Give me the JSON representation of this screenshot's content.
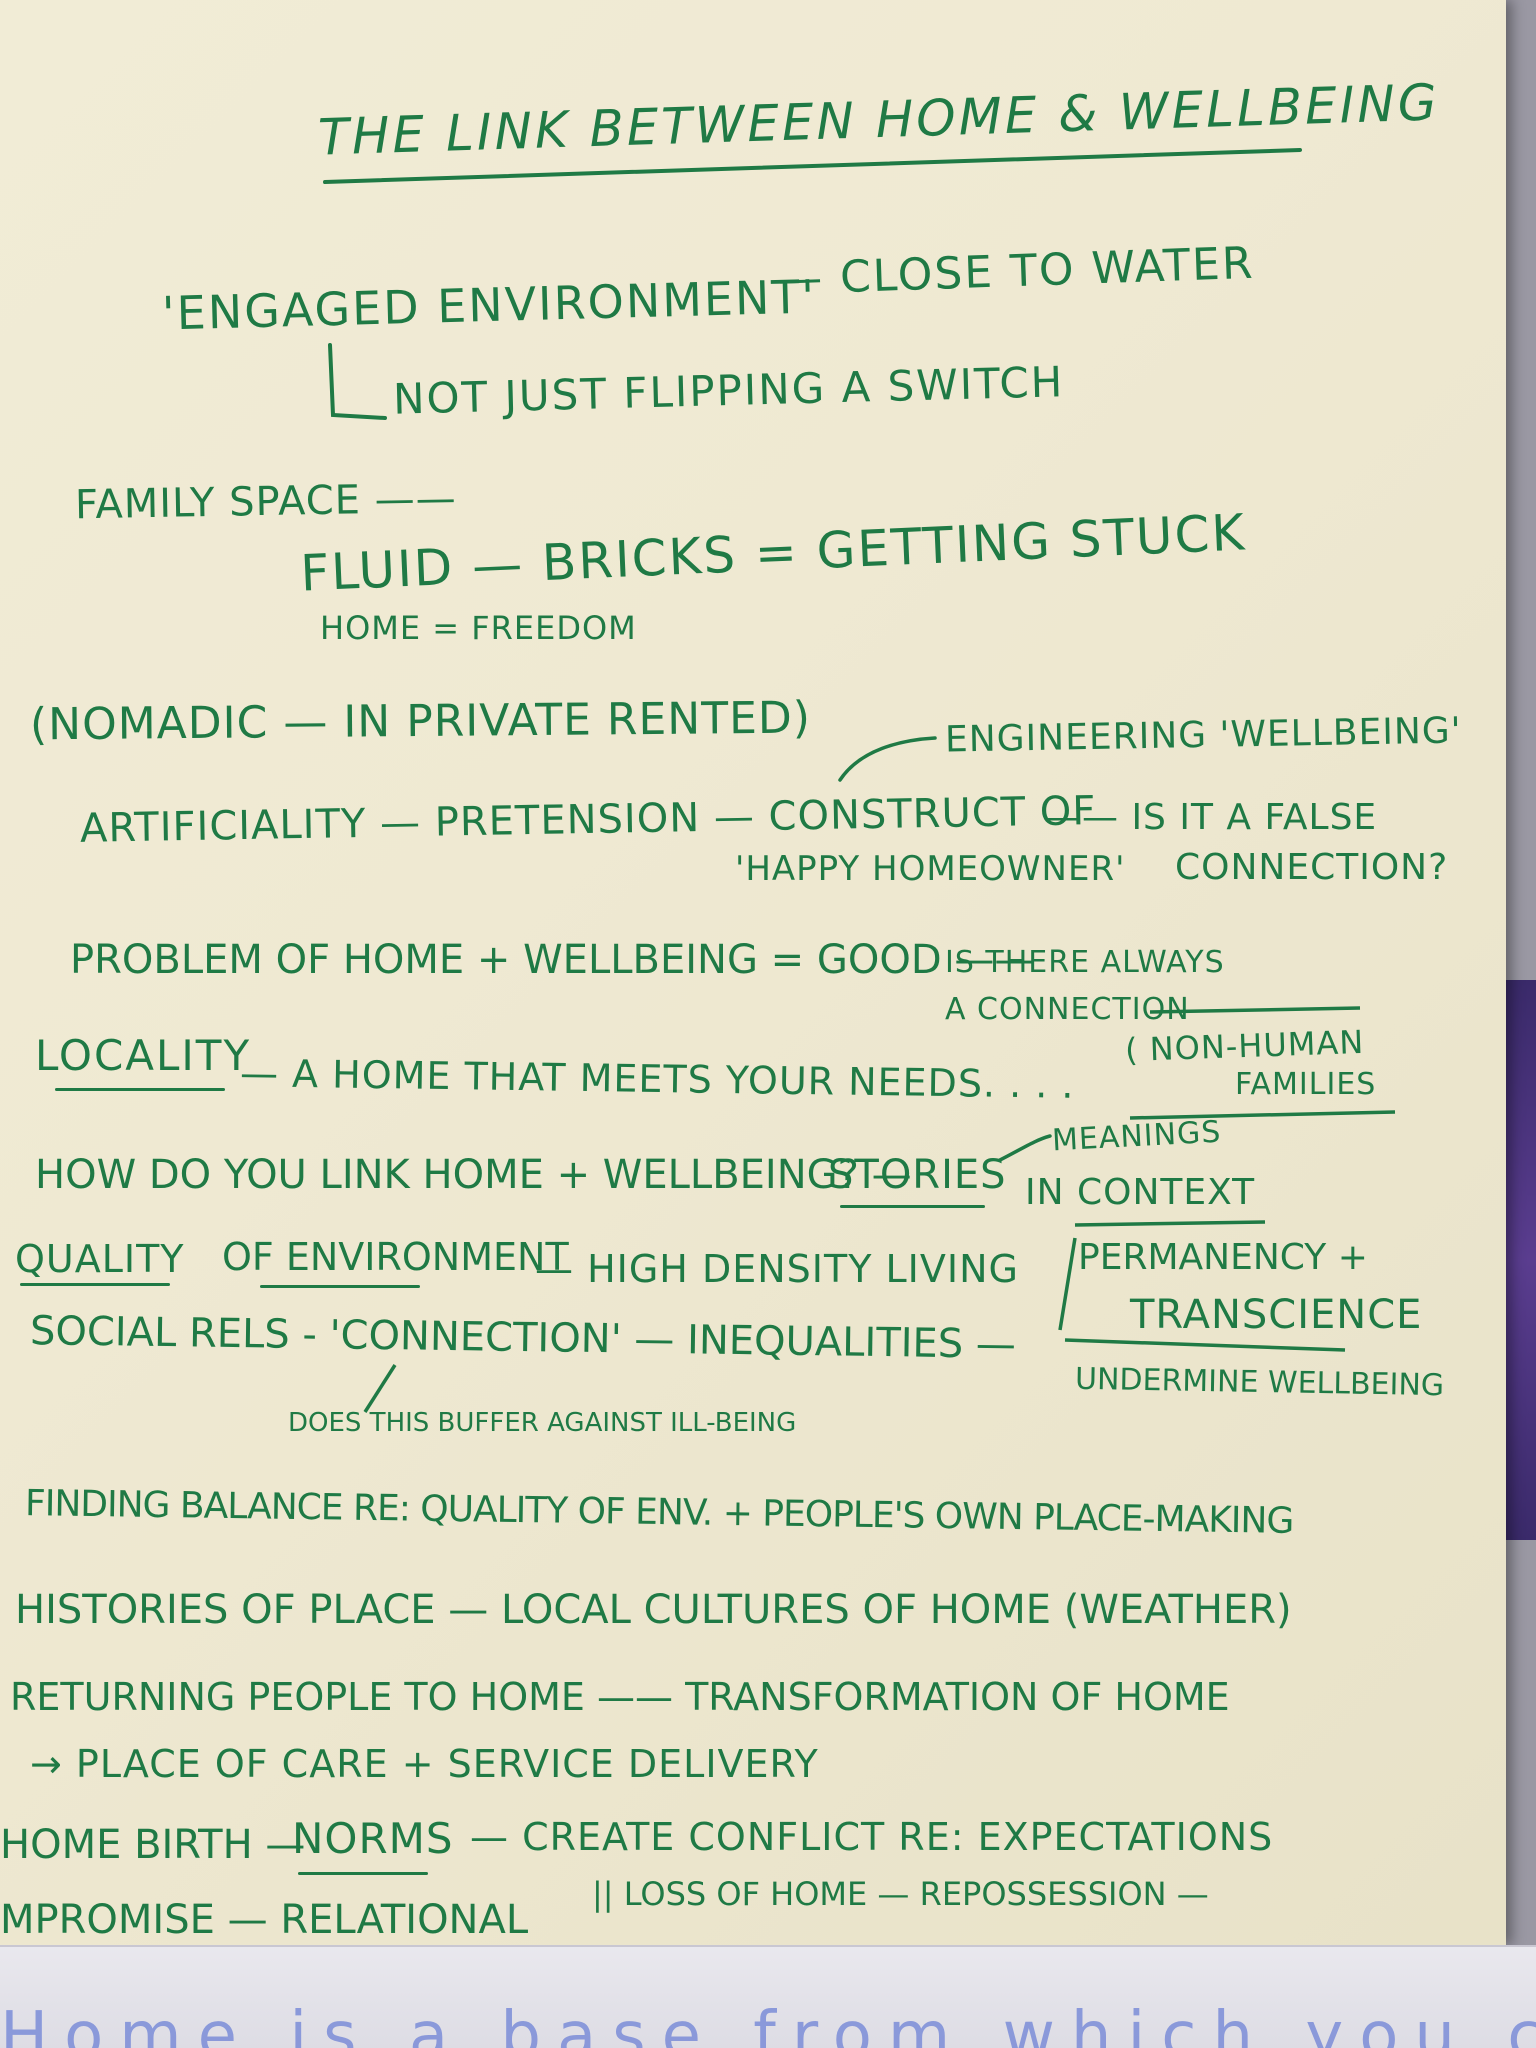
{
  "title": "The link between home & wellbeing",
  "lines": {
    "engaged_environment": "'Engaged environment'",
    "close_to_water": "— Close to water",
    "not_just_flipping": "Not just flipping a switch",
    "family_space": "Family space ——",
    "fluid_bricks": "Fluid — Bricks = Getting stuck",
    "home_freedom": "Home = Freedom",
    "nomadic": "(Nomadic — in private rented)",
    "engineering_wellbeing": "Engineering 'wellbeing'",
    "artificiality": "Artificiality — Pretension — Construct of",
    "happy_homeowner": "'Happy homeowner'",
    "false_connection_1": "—— Is it a false",
    "false_connection_2": "connection?",
    "problem_of": "Problem of  Home + Wellbeing = Good ——",
    "always_connection_1": "Is there always",
    "always_connection_2": "a connection",
    "locality": "Locality",
    "meets_needs": "— A home that meets your needs. . . .",
    "non_human_1": "( Non-human",
    "non_human_2": "families",
    "how_do_you_link": "How do you link home + wellbeing? —",
    "stories": "Stories",
    "meanings_1": "Meanings",
    "meanings_2": "in context",
    "quality": "Quality",
    "of_environment": "of environment",
    "high_density": "— High density living",
    "permanency_1": "Permanency +",
    "permanency_2": "Transcience",
    "social_rels": "Social rels - 'Connection' — Inequalities —",
    "undermine": "Undermine wellbeing",
    "buffer": "Does this buffer against ill-being",
    "finding_balance": "Finding balance re: quality of env. + people's own place-making",
    "histories": "Histories of place — Local cultures of home (weather)",
    "returning_1": "Returning people to home —— Transformation of home",
    "returning_2": "→ Place of care + service delivery",
    "home_birth": "Home birth —",
    "norms": "Norms",
    "create_conflict": "— Create conflict re: expectations",
    "compromise": "mpromise — Relational",
    "loss_of_home": "|| Loss of home — Repossession —",
    "lower_sheet": "Home is a base from which you can"
  },
  "colors": {
    "ink": "#1f7a45",
    "paper": "#f1ecd6",
    "lower_ink": "#7c8dd8"
  }
}
